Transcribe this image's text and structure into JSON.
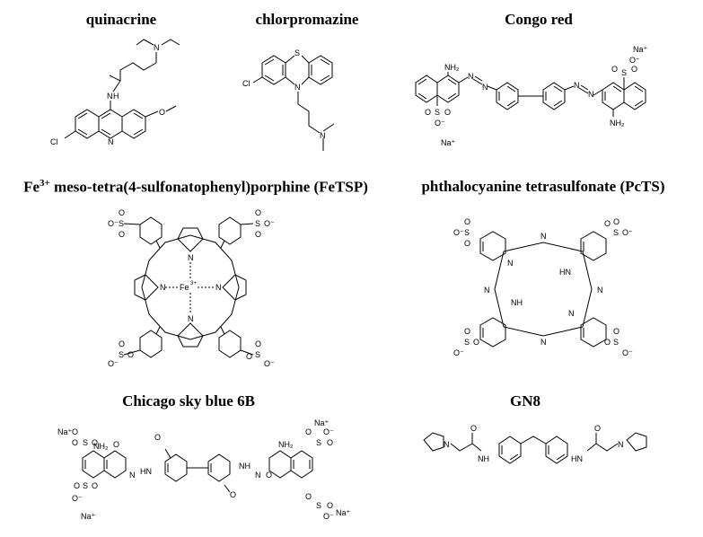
{
  "panels": [
    {
      "id": "quinacrine",
      "title": "quinacrine",
      "atoms": {
        "n1": "N",
        "nh": "H",
        "n2": "N",
        "o": "O",
        "cl": "Cl"
      }
    },
    {
      "id": "chlorpromazine",
      "title": "chlorpromazine",
      "atoms": {
        "s": "S",
        "n1": "N",
        "n2": "N",
        "cl": "Cl"
      }
    },
    {
      "id": "congo-red",
      "title": "Congo red",
      "atoms": {
        "nh2a": "NH₂",
        "nh2b": "NH₂",
        "na1": "Na⁺",
        "na2": "Na⁺",
        "n": "N",
        "o": "O",
        "s": "S",
        "om": "O⁻"
      }
    },
    {
      "id": "fetsp",
      "title_main": "Fe",
      "title_sup": "3+",
      "title_rest": " meso-tetra(4-sulfonatophenyl)porphine (FeTSP)",
      "atoms": {
        "fe": "Fe",
        "fe_sup": "3+",
        "n": "N",
        "s": "S",
        "o": "O",
        "om": "O⁻"
      }
    },
    {
      "id": "pcts",
      "title": "phthalocyanine tetrasulfonate (PcTS)",
      "atoms": {
        "n": "N",
        "nh": "NH",
        "hn": "HN",
        "s": "S",
        "o": "O",
        "om": "O⁻"
      }
    },
    {
      "id": "chicago-sky-blue",
      "title": "Chicago sky blue 6B",
      "atoms": {
        "na1": "Na⁺",
        "na2": "Na⁺",
        "na3": "Na⁺",
        "na4": "Na⁺",
        "nh2": "NH₂",
        "o": "O",
        "om": "O⁻",
        "s": "S",
        "n": "N",
        "hn": "HN",
        "nh": "NH"
      }
    },
    {
      "id": "gn8",
      "title": "GN8",
      "atoms": {
        "n": "N",
        "o": "O",
        "nh": "NH",
        "hn": "HN"
      }
    }
  ]
}
